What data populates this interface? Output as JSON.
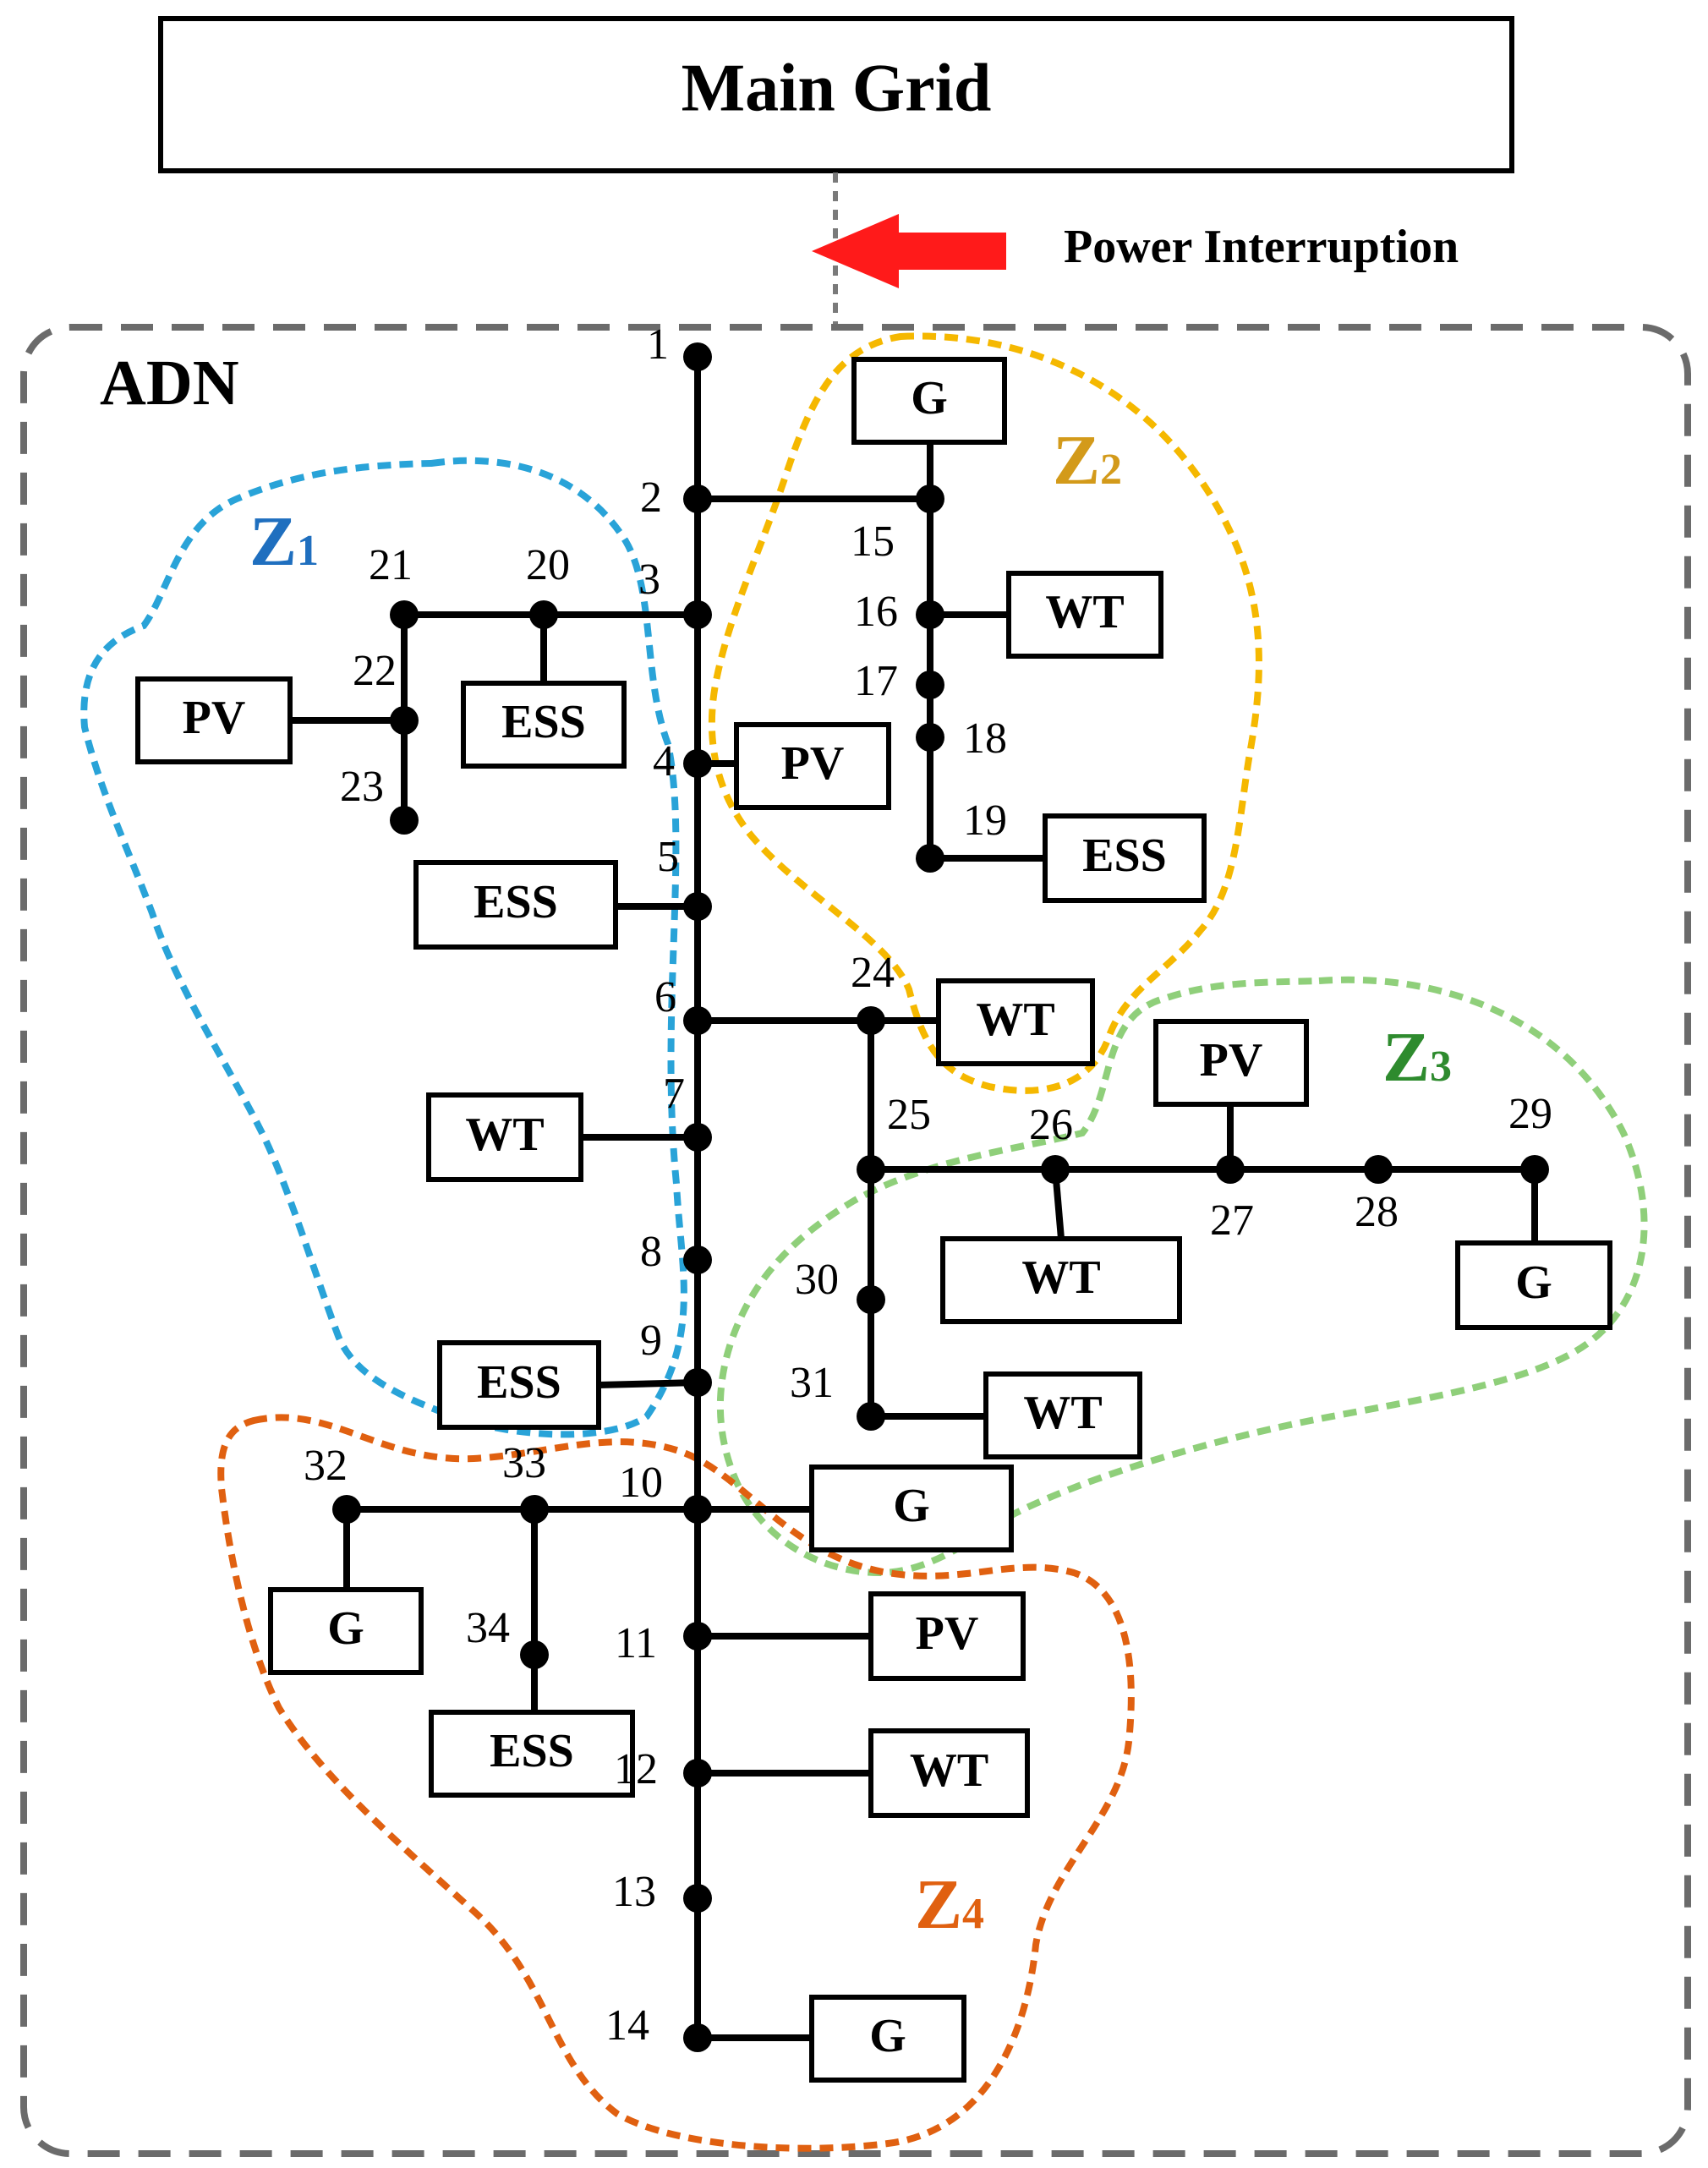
{
  "title": "Main Grid",
  "arrow_label": "Power Interruption",
  "network_label": "ADN",
  "colors": {
    "line": "#000000",
    "boundary": "#6b6b6b",
    "arrow": "#ff1a1a",
    "z1": "#29a3d8",
    "z2": "#f5b800",
    "z3": "#8fcf7a",
    "z4": "#e06010",
    "z1_text": "#1f6fbf",
    "z2_text": "#d39a1a",
    "z3_text": "#2e8b2e",
    "z4_text": "#e06010"
  },
  "zones": [
    {
      "id": "z1",
      "letter": "Z",
      "index": "1"
    },
    {
      "id": "z2",
      "letter": "Z",
      "index": "2"
    },
    {
      "id": "z3",
      "letter": "Z",
      "index": "3"
    },
    {
      "id": "z4",
      "letter": "Z",
      "index": "4"
    }
  ],
  "buses": [
    "1",
    "2",
    "3",
    "4",
    "5",
    "6",
    "7",
    "8",
    "9",
    "10",
    "11",
    "12",
    "13",
    "14",
    "15",
    "16",
    "17",
    "18",
    "19",
    "20",
    "21",
    "22",
    "23",
    "24",
    "25",
    "26",
    "27",
    "28",
    "29",
    "30",
    "31",
    "32",
    "33",
    "34"
  ],
  "device_labels": {
    "G": "G",
    "PV": "PV",
    "WT": "WT",
    "ESS": "ESS"
  },
  "devices": [
    {
      "type": "G",
      "bus": "15"
    },
    {
      "type": "WT",
      "bus": "16"
    },
    {
      "type": "ESS",
      "bus": "19"
    },
    {
      "type": "PV",
      "bus": "4"
    },
    {
      "type": "ESS",
      "bus": "20"
    },
    {
      "type": "PV",
      "bus": "22"
    },
    {
      "type": "ESS",
      "bus": "5"
    },
    {
      "type": "WT",
      "bus": "24"
    },
    {
      "type": "WT",
      "bus": "7"
    },
    {
      "type": "PV",
      "bus": "27"
    },
    {
      "type": "WT",
      "bus": "26"
    },
    {
      "type": "G",
      "bus": "29"
    },
    {
      "type": "ESS",
      "bus": "9"
    },
    {
      "type": "WT",
      "bus": "31"
    },
    {
      "type": "G",
      "bus": "10"
    },
    {
      "type": "PV",
      "bus": "11"
    },
    {
      "type": "G",
      "bus": "32"
    },
    {
      "type": "ESS",
      "bus": "34"
    },
    {
      "type": "WT",
      "bus": "12"
    },
    {
      "type": "G",
      "bus": "14"
    }
  ]
}
